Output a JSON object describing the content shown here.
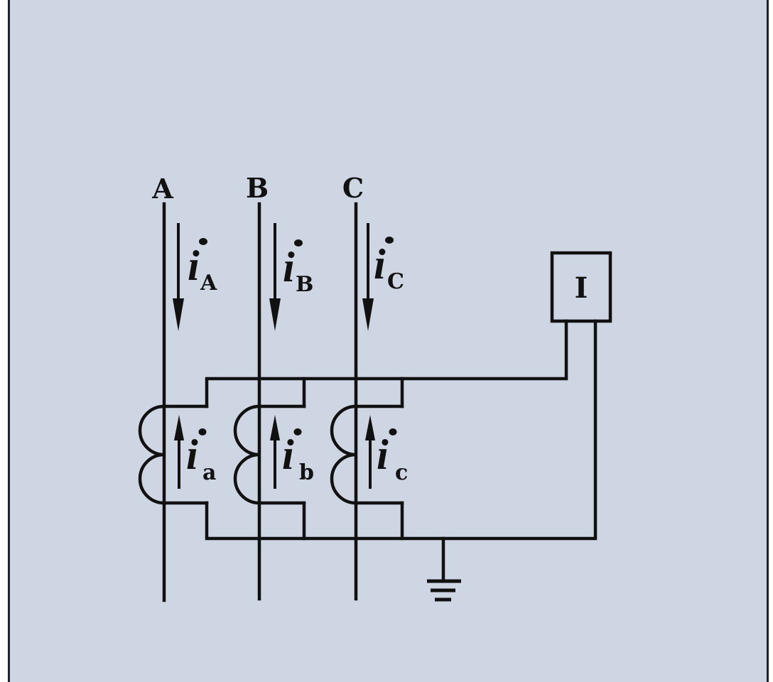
{
  "diagram": {
    "title": "",
    "background_color": "#cdd6e2",
    "line_color": "#111111",
    "phases": [
      {
        "label": "A",
        "primary_current": {
          "symbol": "i",
          "subscript": "A",
          "direction": "down"
        },
        "secondary_current": {
          "symbol": "i",
          "subscript": "a",
          "direction": "up"
        }
      },
      {
        "label": "B",
        "primary_current": {
          "symbol": "i",
          "subscript": "B",
          "direction": "down"
        },
        "secondary_current": {
          "symbol": "i",
          "subscript": "b",
          "direction": "up"
        }
      },
      {
        "label": "C",
        "primary_current": {
          "symbol": "i",
          "subscript": "C",
          "direction": "down"
        },
        "secondary_current": {
          "symbol": "i",
          "subscript": "c",
          "direction": "up"
        }
      }
    ],
    "relay": {
      "label": "I"
    },
    "ground": {
      "symbol": "ground"
    }
  }
}
